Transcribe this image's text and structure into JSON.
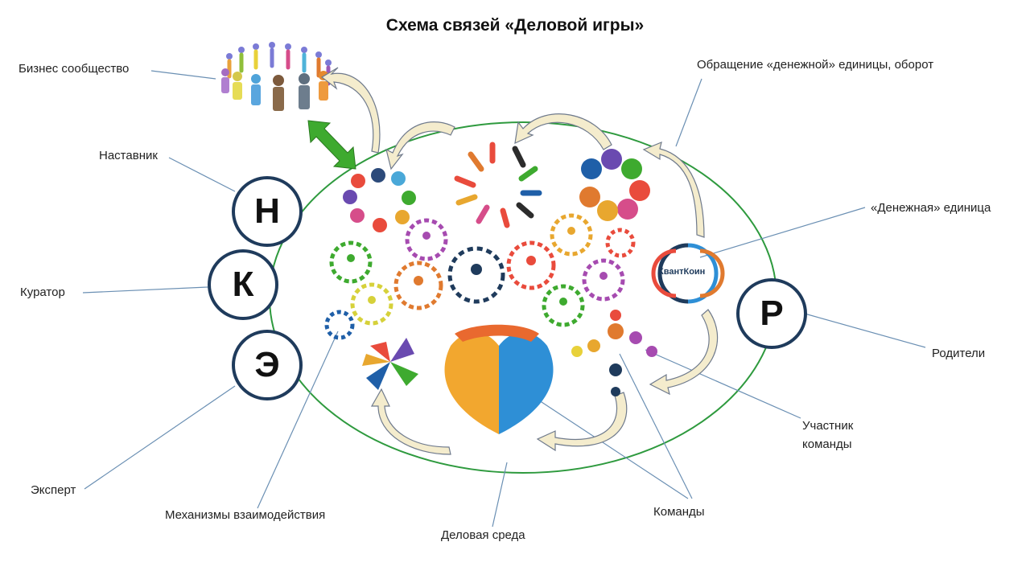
{
  "title": "Схема связей «Деловой игры»",
  "labels": {
    "business_community": "Бизнес сообщество",
    "mentor": "Наставник",
    "curator": "Куратор",
    "expert": "Эксперт",
    "mechanisms": "Механизмы взаимодействия",
    "business_environment": "Деловая среда",
    "teams": "Команды",
    "team_member_1": "Участник",
    "team_member_2": "команды",
    "parents": "Родители",
    "currency": "«Денежная» единица",
    "circulation": "Обращение «денежной» единицы, оборот"
  },
  "letters": {
    "n": "Н",
    "k": "К",
    "e": "Э",
    "r": "Р"
  },
  "coin_label": "КвантКоин",
  "colors": {
    "ellipse": "#2e9a3e",
    "circle_border": "#1f3b5c",
    "arrow_fill": "#f4eccd",
    "arrow_stroke": "#6f7a8c",
    "leader": "#6a8fb3",
    "double_arrow": "#3eaa2f"
  }
}
